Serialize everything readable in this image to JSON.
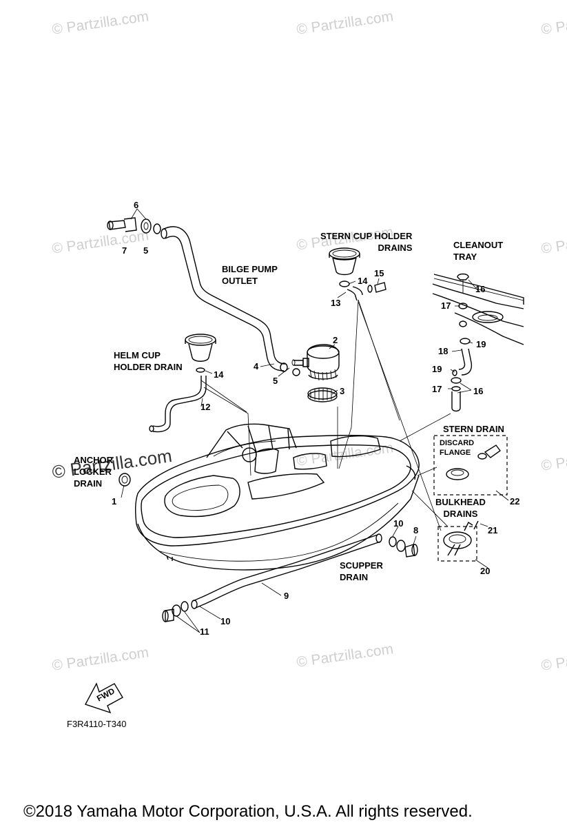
{
  "watermark": "© Partzilla.com",
  "callouts": {
    "bilge_pump_outlet": "BILGE PUMP\nOUTLET",
    "stern_cup_holder_drains": "STERN CUP HOLDER\nDRAINS",
    "cleanout_tray": "CLEANOUT\nTRAY",
    "helm_cup_holder_drain": "HELM CUP\nHOLDER DRAIN",
    "anchor_locker_drain": "ANCHOR\nLOCKER\nDRAIN",
    "stern_drain": "STERN DRAIN",
    "discard_flange": "DISCARD\nFLANGE",
    "bulkhead_drains": "BULKHEAD\nDRAINS",
    "scupper_drain": "SCUPPER\nDRAIN"
  },
  "part_numbers": {
    "n1": "1",
    "n2": "2",
    "n3": "3",
    "n4": "4",
    "n5a": "5",
    "n5b": "5",
    "n6": "6",
    "n7": "7",
    "n8": "8",
    "n9": "9",
    "n10a": "10",
    "n10b": "10",
    "n11": "11",
    "n12": "12",
    "n13": "13",
    "n14a": "14",
    "n14b": "14",
    "n15": "15",
    "n16a": "16",
    "n16b": "16",
    "n17a": "17",
    "n17b": "17",
    "n18": "18",
    "n19a": "19",
    "n19b": "19",
    "n20": "20",
    "n21": "21",
    "n22": "22"
  },
  "fwd_label": "FWD",
  "diagram_code": "F3R4110-T340",
  "copyright": "©2018  Yamaha Motor Corporation, U.S.A. All rights reserved."
}
